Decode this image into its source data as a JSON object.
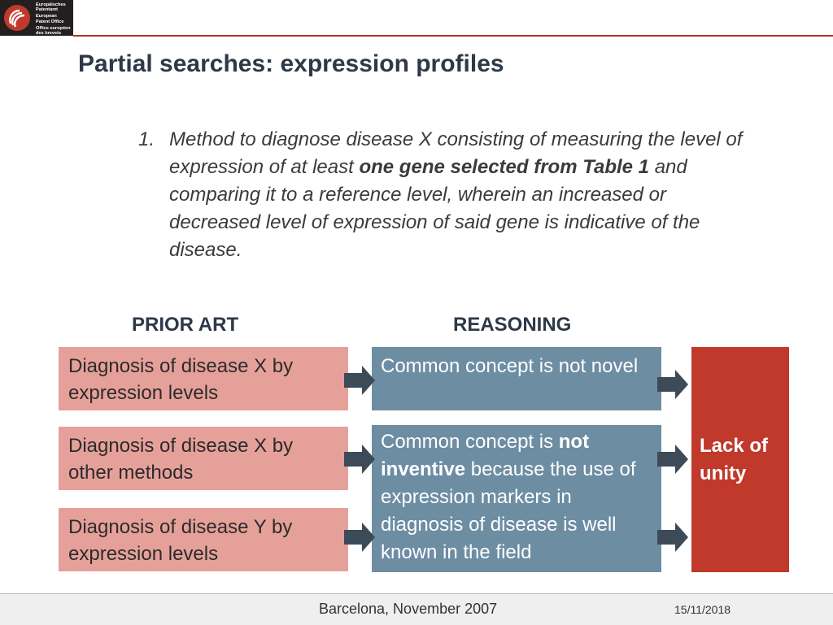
{
  "logo": {
    "lines": [
      "Europäisches",
      "Patentamt",
      "European",
      "Patent Office",
      "Office européen",
      "des brevets"
    ]
  },
  "title": "Partial searches: expression profiles",
  "claim": {
    "number": "1.",
    "segments": [
      {
        "text": "Method to diagnose disease X consisting of measuring the level of expression of at least ",
        "bold": false
      },
      {
        "text": "one gene selected from Table 1",
        "bold": true
      },
      {
        "text": " and comparing it to a reference level, wherein an increased or decreased level of expression of said gene is indicative of the disease.",
        "bold": false
      }
    ]
  },
  "headings": {
    "prior_art": "PRIOR ART",
    "reasoning": "REASONING"
  },
  "prior_art_boxes": [
    "Diagnosis of disease X by expression levels",
    "Diagnosis of disease X by other methods",
    "Diagnosis of disease Y by expression levels"
  ],
  "reasoning_boxes": [
    {
      "segments": [
        {
          "text": "Common concept is not novel",
          "bold": false
        }
      ]
    },
    {
      "segments": [
        {
          "text": "Common concept is ",
          "bold": false
        },
        {
          "text": "not inventive",
          "bold": true
        },
        {
          "text": " because the use of expression markers in diagnosis of disease is well known in the field",
          "bold": false
        }
      ]
    }
  ],
  "conclusion": "Lack of unity",
  "footer": {
    "event": "Barcelona, November 2007",
    "date": "15/11/2018"
  },
  "colors": {
    "brand_red": "#c0392b",
    "prior_art_box": "#e6a09a",
    "reasoning_box": "#6d8da3",
    "arrow": "#3d4a57"
  }
}
